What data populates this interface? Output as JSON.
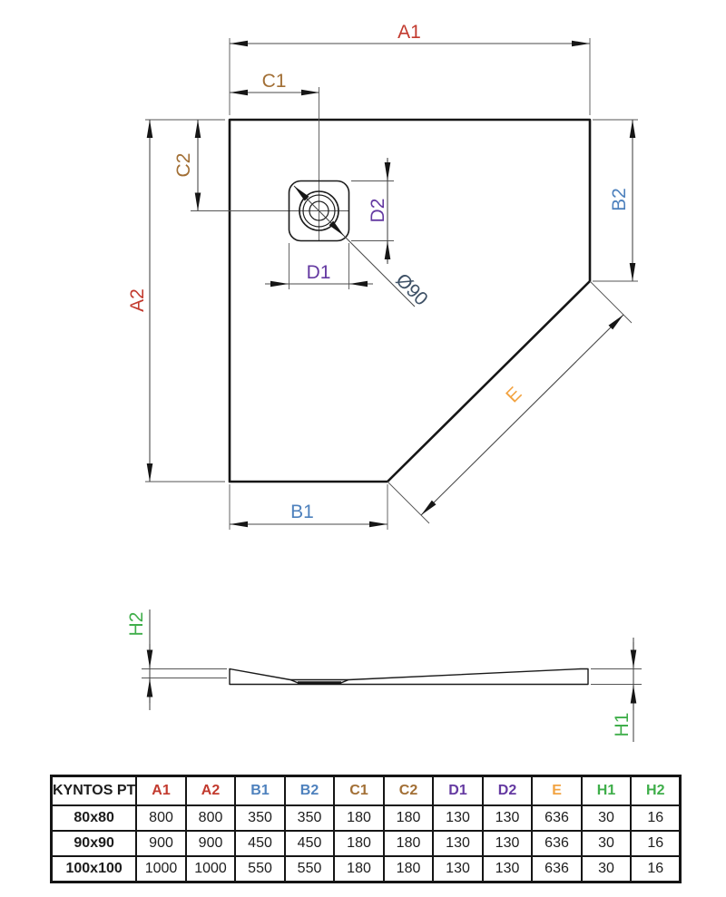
{
  "drawing": {
    "labels": {
      "a1": "A1",
      "a2": "A2",
      "b1": "B1",
      "b2": "B2",
      "c1": "C1",
      "c2": "C2",
      "d1": "D1",
      "d2": "D2",
      "e": "E",
      "h1": "H1",
      "h2": "H2"
    },
    "drain_diameter": "Ø90"
  },
  "colors": {
    "a": "#c23a2e",
    "b": "#4e81bd",
    "c": "#a26f35",
    "d": "#6439a1",
    "e": "#f2a341",
    "h": "#3fae4a",
    "drain_label": "#3e5166",
    "dim_lines": "#4a4a4a",
    "outline": "#161616"
  },
  "table": {
    "product_header": "KYNTOS PT",
    "columns": [
      {
        "label": "A1",
        "color": "#c23a2e"
      },
      {
        "label": "A2",
        "color": "#c23a2e"
      },
      {
        "label": "B1",
        "color": "#4e81bd"
      },
      {
        "label": "B2",
        "color": "#4e81bd"
      },
      {
        "label": "C1",
        "color": "#a26f35"
      },
      {
        "label": "C2",
        "color": "#a26f35"
      },
      {
        "label": "D1",
        "color": "#6439a1"
      },
      {
        "label": "D2",
        "color": "#6439a1"
      },
      {
        "label": "E",
        "color": "#f2a341"
      },
      {
        "label": "H1",
        "color": "#3fae4a"
      },
      {
        "label": "H2",
        "color": "#3fae4a"
      }
    ],
    "rows": [
      {
        "size": "80x80",
        "values": [
          "800",
          "800",
          "350",
          "350",
          "180",
          "180",
          "130",
          "130",
          "636",
          "30",
          "16"
        ]
      },
      {
        "size": "90x90",
        "values": [
          "900",
          "900",
          "450",
          "450",
          "180",
          "180",
          "130",
          "130",
          "636",
          "30",
          "16"
        ]
      },
      {
        "size": "100x100",
        "values": [
          "1000",
          "1000",
          "550",
          "550",
          "180",
          "180",
          "130",
          "130",
          "636",
          "30",
          "16"
        ]
      }
    ]
  }
}
